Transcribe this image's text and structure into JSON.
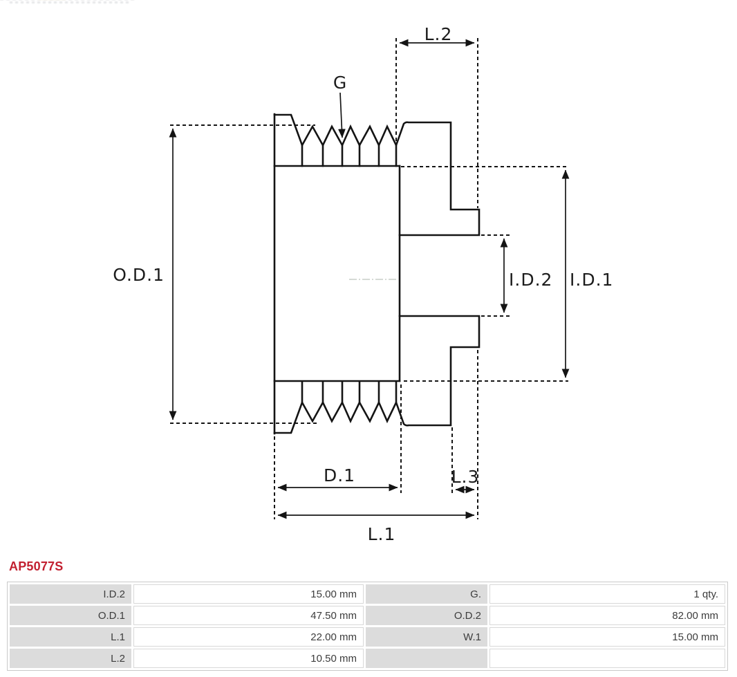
{
  "part_number": {
    "text": "AP5077S",
    "color": "#c22030"
  },
  "drawing": {
    "line_color": "#141414",
    "labels": {
      "l2": "L.2",
      "g": "G",
      "od1": "O.D.1",
      "id2": "I.D.2",
      "id1": "I.D.1",
      "d1": "D.1",
      "l3": "L.3",
      "l1": "L.1"
    }
  },
  "spec_table": {
    "rows": [
      {
        "left_label": "I.D.2",
        "left_value": "15.00 mm",
        "right_label": "G.",
        "right_value": "1 qty."
      },
      {
        "left_label": "O.D.1",
        "left_value": "47.50 mm",
        "right_label": "O.D.2",
        "right_value": "82.00 mm"
      },
      {
        "left_label": "L.1",
        "left_value": "22.00 mm",
        "right_label": "W.1",
        "right_value": "15.00 mm"
      },
      {
        "left_label": "L.2",
        "left_value": "10.50 mm",
        "right_label": "",
        "right_value": ""
      }
    ]
  }
}
